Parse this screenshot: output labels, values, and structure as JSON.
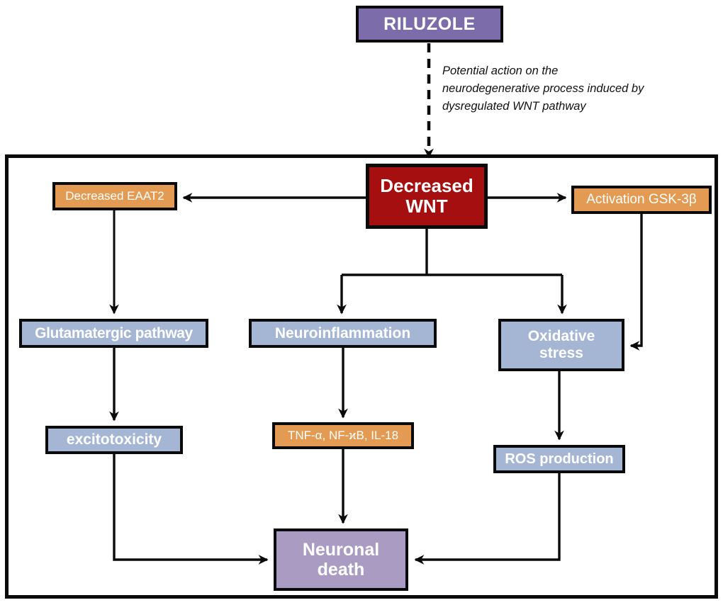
{
  "diagram": {
    "title_node": "RILUZOLE",
    "caption": "Potential  action on the\nneurodegenerative  process induced by\ndysregulated  WNT pathway",
    "nodes": {
      "riluzole": "RILUZOLE",
      "decreased_wnt": "Decreased\nWNT",
      "decreased_eaat2": "Decreased EAAT2",
      "activation_gsk3b": "Activation GSK-3β",
      "glutamatergic_pathway": "Glutamatergic pathway",
      "neuroinflammation": "Neuroinflammation",
      "oxidative_stress": "Oxidative\nstress",
      "excitotoxicity": "excitotoxicity",
      "cytokines": "TNF-α, NF-ϰB, IL-18",
      "ros_production": "ROS production",
      "neuronal_death": "Neuronal\ndeath"
    },
    "colors": {
      "riluzole": "#7c6daa",
      "wnt": "#a50f10",
      "orange": "#e39b53",
      "blue": "#a5b6d4",
      "purple": "#a99bc1",
      "stroke": "#0a0a0a"
    },
    "edges": [
      {
        "from": "riluzole",
        "to": "decreased_wnt",
        "style": "dashed",
        "label": "Potential  action on the neurodegenerative  process induced by dysregulated  WNT pathway"
      },
      {
        "from": "decreased_wnt",
        "to": "decreased_eaat2",
        "style": "solid"
      },
      {
        "from": "decreased_wnt",
        "to": "activation_gsk3b",
        "style": "solid"
      },
      {
        "from": "decreased_wnt",
        "to": "neuroinflammation",
        "style": "solid"
      },
      {
        "from": "decreased_wnt",
        "to": "oxidative_stress",
        "style": "solid"
      },
      {
        "from": "decreased_eaat2",
        "to": "glutamatergic_pathway",
        "style": "solid"
      },
      {
        "from": "activation_gsk3b",
        "to": "oxidative_stress",
        "style": "solid"
      },
      {
        "from": "glutamatergic_pathway",
        "to": "excitotoxicity",
        "style": "solid"
      },
      {
        "from": "neuroinflammation",
        "to": "cytokines",
        "style": "solid"
      },
      {
        "from": "oxidative_stress",
        "to": "ros_production",
        "style": "solid"
      },
      {
        "from": "excitotoxicity",
        "to": "neuronal_death",
        "style": "solid"
      },
      {
        "from": "cytokines",
        "to": "neuronal_death",
        "style": "solid"
      },
      {
        "from": "ros_production",
        "to": "neuronal_death",
        "style": "solid"
      }
    ]
  }
}
